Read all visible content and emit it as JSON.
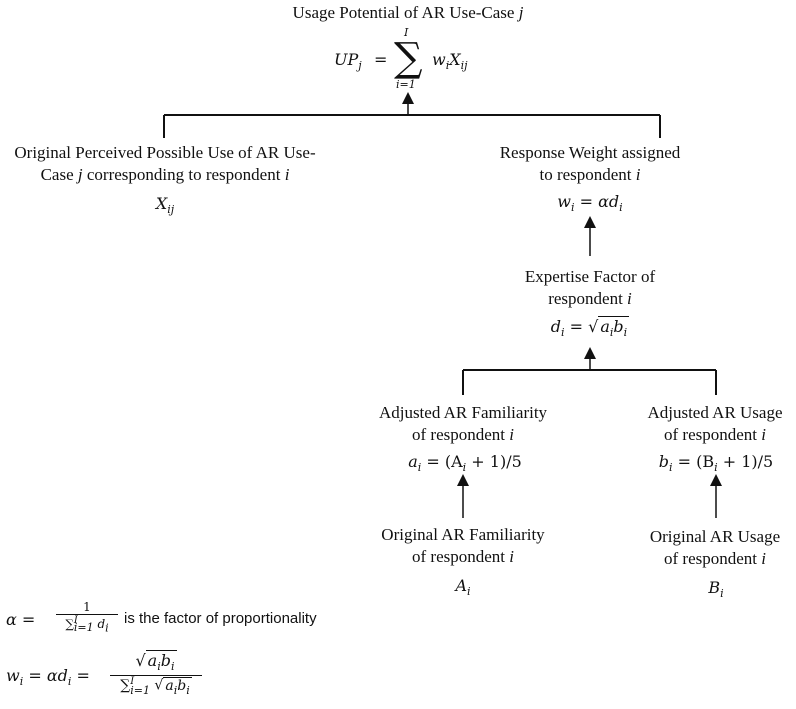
{
  "top": {
    "title": "Usage Potential of AR Use-Case",
    "title_var": "j",
    "formula_lhs": "UP",
    "formula_lhs_sub": "j",
    "formula_eq": "=",
    "sum_upper": "I",
    "sum_lower": "i=1",
    "formula_rhs": "w",
    "formula_rhs_sub": "i",
    "formula_rhs2": "X",
    "formula_rhs2_sub": "ij"
  },
  "left_node": {
    "line1": "Original Perceived Possible Use of AR Use-",
    "line2_a": "Case",
    "line2_var": "j",
    "line2_b": "corresponding to respondent",
    "line2_var2": "i",
    "symbol": "X",
    "symbol_sub": "ij"
  },
  "weight_node": {
    "line1": "Response Weight assigned",
    "line2": "to respondent",
    "line2_var": "i",
    "formula": "w",
    "formula_sub": "i",
    "formula_eq": "= αd",
    "formula_sub2": "i"
  },
  "expertise_node": {
    "line1": "Expertise Factor of",
    "line2": "respondent",
    "line2_var": "i",
    "formula": "d",
    "formula_sub": "i",
    "formula_eq": "=",
    "sqrt_a": "a",
    "sqrt_a_sub": "i",
    "sqrt_b": "b",
    "sqrt_b_sub": "i"
  },
  "familiarity_node": {
    "line1": "Adjusted AR Familiarity",
    "line2": "of respondent",
    "line2_var": "i",
    "formula": "a",
    "formula_sub": "i",
    "formula_rest": "= (A",
    "formula_sub2": "i",
    "formula_end": "+ 1)/5"
  },
  "usage_node": {
    "line1": "Adjusted AR Usage",
    "line2": "of respondent",
    "line2_var": "i",
    "formula": "b",
    "formula_sub": "i",
    "formula_rest": "= (B",
    "formula_sub2": "i",
    "formula_end": "+ 1)/5"
  },
  "orig_familiarity_node": {
    "line1": "Original AR Familiarity",
    "line2": "of respondent",
    "line2_var": "i",
    "symbol": "A",
    "symbol_sub": "i"
  },
  "orig_usage_node": {
    "line1": "Original AR Usage",
    "line2": "of respondent",
    "line2_var": "i",
    "symbol": "B",
    "symbol_sub": "i"
  },
  "notes": {
    "alpha_lhs": "α =",
    "alpha_num": "1",
    "alpha_den": "∑",
    "alpha_den_sup": "I",
    "alpha_den_sub": "i=1",
    "alpha_den_d": "d",
    "alpha_den_d_sub": "i",
    "alpha_text": "is the factor of proportionality",
    "w_lhs": "w",
    "w_lhs_sub": "i",
    "w_mid": "= αd",
    "w_mid_sub": "i",
    "w_eq": "=",
    "w_num_a": "a",
    "w_num_a_sub": "i",
    "w_num_b": "b",
    "w_num_b_sub": "i",
    "w_den": "∑",
    "w_den_sup": "I",
    "w_den_sub": "i=1"
  }
}
